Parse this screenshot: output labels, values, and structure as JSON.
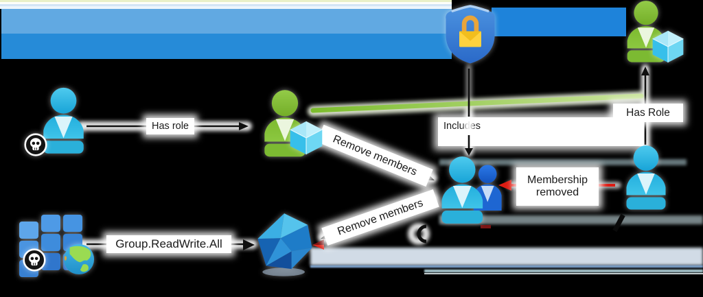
{
  "diagram": {
    "labels": {
      "has_role_left": "Has role",
      "remove_members_upper": "Remove members",
      "remove_members_lower": "Remove members",
      "includes": "Includes",
      "has_role_right": "Has Role",
      "membership_removed_line1": "Membership",
      "membership_removed_line2": "removed",
      "group_permission": "Group.ReadWrite.All"
    },
    "icons": [
      {
        "name": "attacker-user-icon",
        "meaning": "compromised user (cyan person with skull badge)"
      },
      {
        "name": "skull-badge-icon",
        "meaning": "compromise indicator"
      },
      {
        "name": "role-icon-middle",
        "meaning": "directory role (green person with cube)"
      },
      {
        "name": "role-icon-top-right",
        "meaning": "directory role (green person with cube)"
      },
      {
        "name": "shield-lock-icon",
        "meaning": "security / protected banner shield with padlock"
      },
      {
        "name": "group-icon",
        "meaning": "group (two persons)"
      },
      {
        "name": "member-user-icon",
        "meaning": "group member user"
      },
      {
        "name": "app-grid-icon",
        "meaning": "compromised multi-tenant app (blue tile grid)"
      },
      {
        "name": "globe-icon",
        "meaning": "multi-tenant / world"
      },
      {
        "name": "service-principal-icon",
        "meaning": "service principal (blue icosahedron)"
      }
    ],
    "colors": {
      "background": "#000000",
      "banner_top": "#61A9E2",
      "banner_bottom": "#268BD8",
      "connector_bar": "#1E83DA",
      "arrow_black": "#101010",
      "arrow_red": "#DD1B12",
      "link_green": "#8FC93A",
      "label_bg": "#FFFFFF",
      "label_text": "#1A1A1A"
    }
  }
}
